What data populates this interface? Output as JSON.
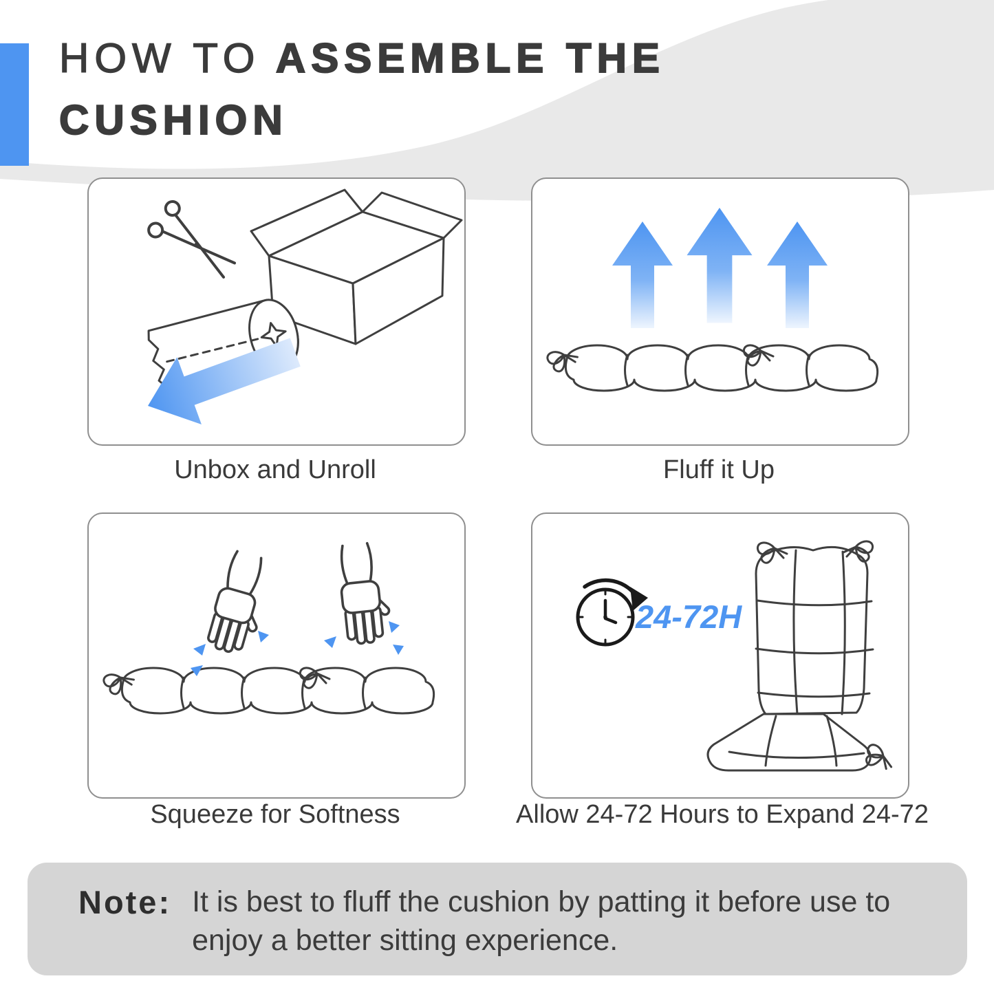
{
  "header": {
    "title_prefix": "HOW TO",
    "title_emphasis": "ASSEMBLE THE",
    "title_line2": "CUSHION"
  },
  "colors": {
    "accent_blue": "#4e95f1",
    "wave_gray": "#e9e9e9",
    "note_gray": "#d5d5d5",
    "line_art": "#3f3f3f",
    "text_dark": "#3b3b3b"
  },
  "panels": [
    {
      "caption": "Unbox and Unroll"
    },
    {
      "caption": "Fluff it Up"
    },
    {
      "caption": "Squeeze for Softness"
    },
    {
      "caption": "Allow 24-72 Hours to Expand 24-72",
      "clock_label": "24-72H"
    }
  ],
  "note": {
    "label": "Note:",
    "text": "It is best to fluff the cushion by patting it before use to\nenjoy a better sitting experience."
  }
}
